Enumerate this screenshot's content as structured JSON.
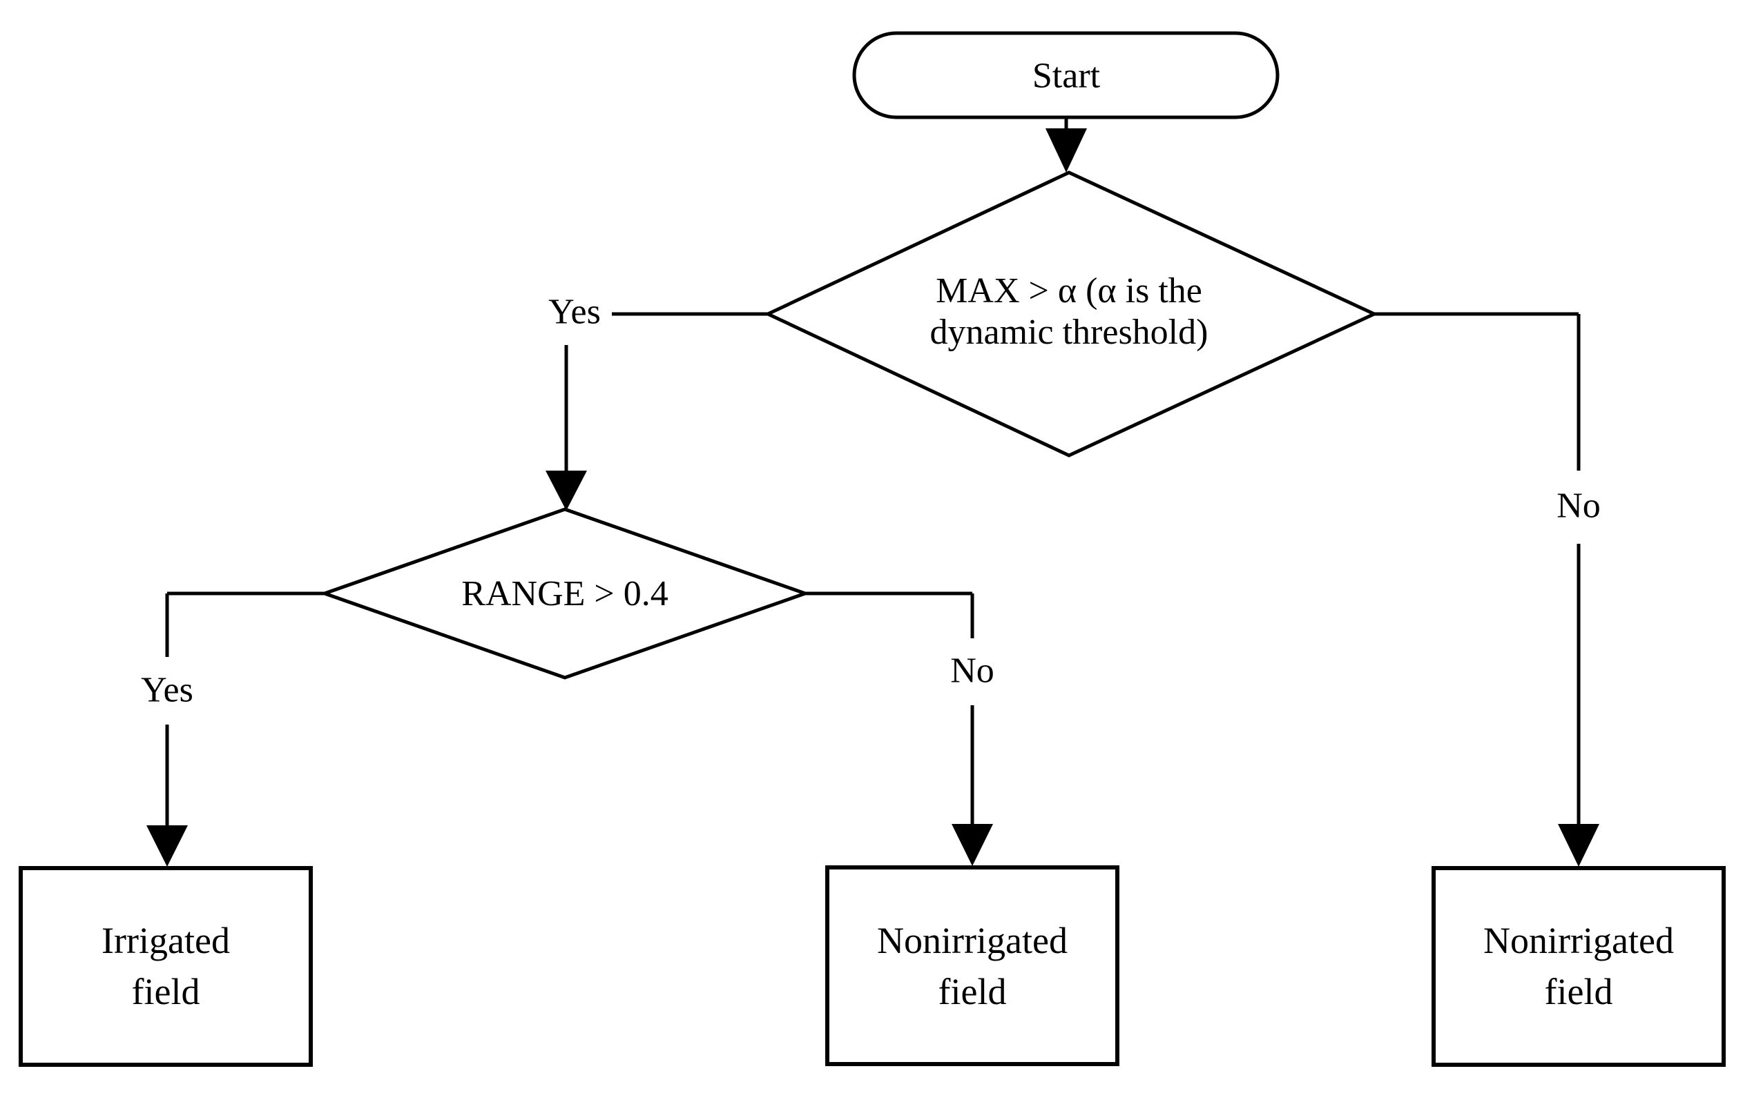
{
  "flowchart": {
    "background": "#ffffff",
    "stroke_color": "#000000",
    "text_color": "#000000",
    "start": {
      "label": "Start"
    },
    "decision_max": {
      "lines": [
        "MAX > α (α is the",
        "dynamic threshold)"
      ]
    },
    "decision_range": {
      "label": "RANGE > 0.4"
    },
    "branch_labels": {
      "max_yes": "Yes",
      "max_no": "No",
      "range_yes": "Yes",
      "range_no": "No"
    },
    "outcomes": {
      "irrigated": {
        "lines": [
          "Irrigated",
          "field"
        ]
      },
      "nonirrigated_middle": {
        "lines": [
          "Nonirrigated",
          "field"
        ]
      },
      "nonirrigated_right": {
        "lines": [
          "Nonirrigated",
          "field"
        ]
      }
    }
  }
}
